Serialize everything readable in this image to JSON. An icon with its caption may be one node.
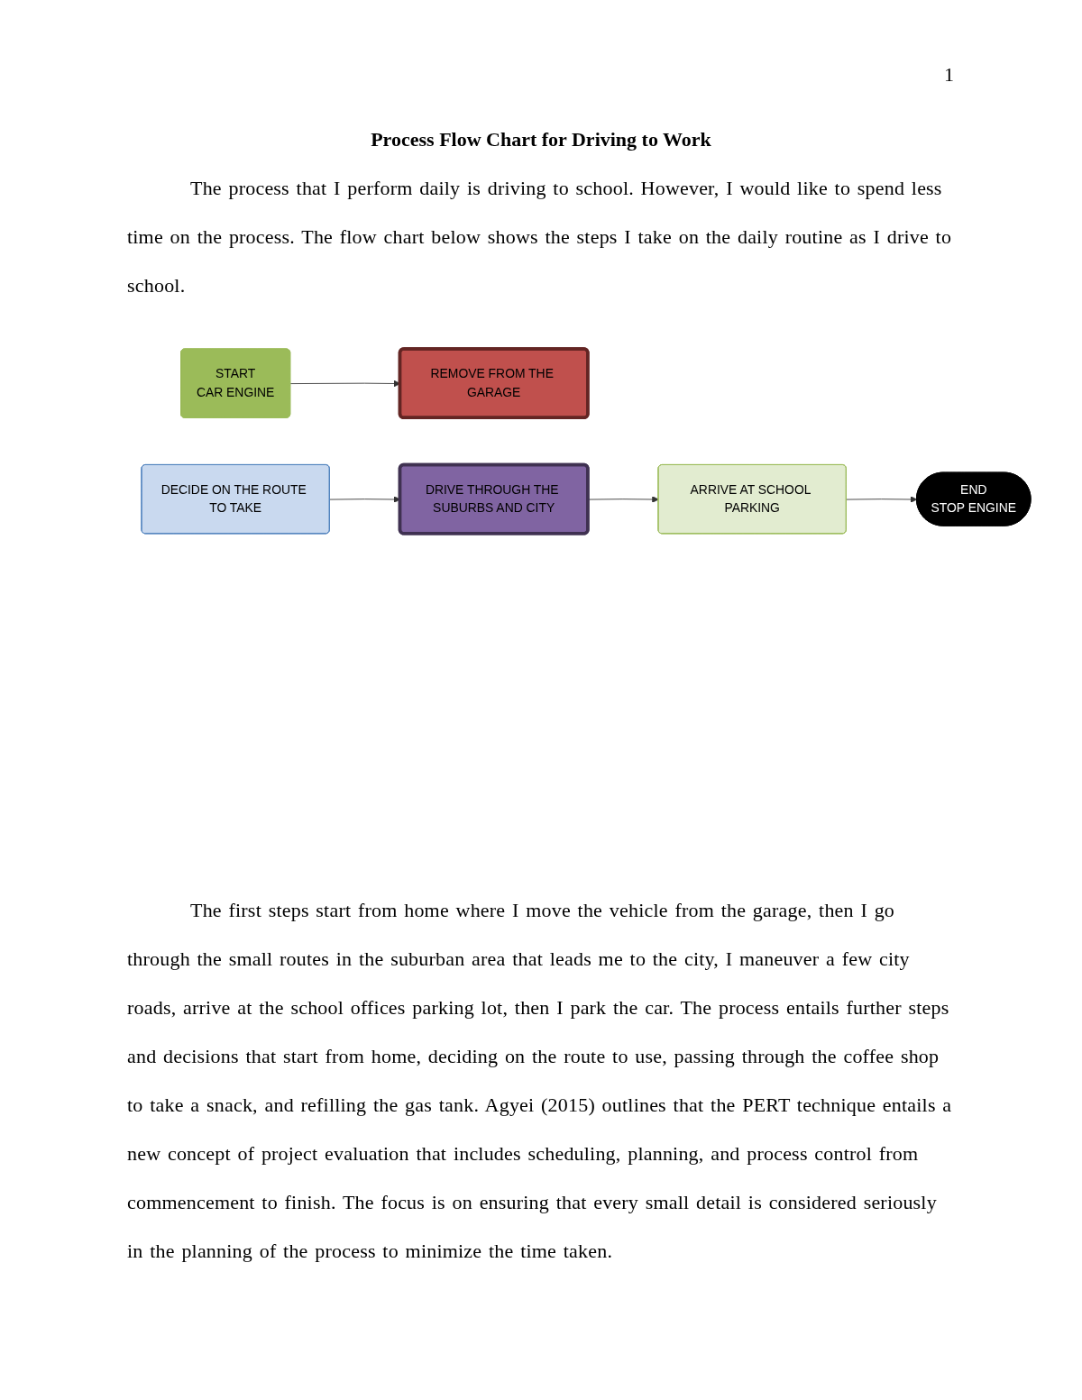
{
  "diagram": {
    "title": "Process Flow Chart for Driving to Work",
    "nodes": [
      {
        "text": [
          "START",
          "CAR ENGINE"
        ]
      },
      {
        "text": [
          "REMOVE FROM THE GARAGE"
        ]
      },
      {
        "text": [
          "DECIDE ON THE ROUTE TO TAKE"
        ]
      },
      {
        "text": [
          "DRIVE THROUGH THE SUBURBS AND CITY"
        ]
      },
      {
        "text": [
          "ARRIVE AT SCHOOL PARKING"
        ]
      },
      {
        "text": [
          "END",
          "STOP ENGINE"
        ]
      }
    ],
    "edges": [
      {
        "from": 0,
        "to": 1,
        "arrow": "to"
      },
      {
        "from": 2,
        "to": 3,
        "arrow": "to"
      },
      {
        "from": 3,
        "to": 4,
        "arrow": "to"
      },
      {
        "from": 4,
        "to": 5,
        "arrow": "to"
      }
    ],
    "labels": [
      "1",
      "The process that I perform daily is driving to school. However, I would like to spend less time on the process. The flow chart below shows the steps I take on the daily routine as I drive to school.",
      "The first steps start from home where I move the vehicle from the garage, then I go through the small routes in the suburban area that leads me to the city, I maneuver a few city roads, arrive at the school offices parking lot, then I park the car. The process entails further steps and decisions that start from home, deciding on the route to use, passing through the coffee shop to take a snack, and refilling the gas tank. Agyei (2015) outlines that the PERT technique entails a new concept of project evaluation that includes scheduling, planning, and process control from commencement to finish. The focus is on ensuring that every small detail is considered seriously in the planning of the process to minimize the time taken."
    ]
  }
}
